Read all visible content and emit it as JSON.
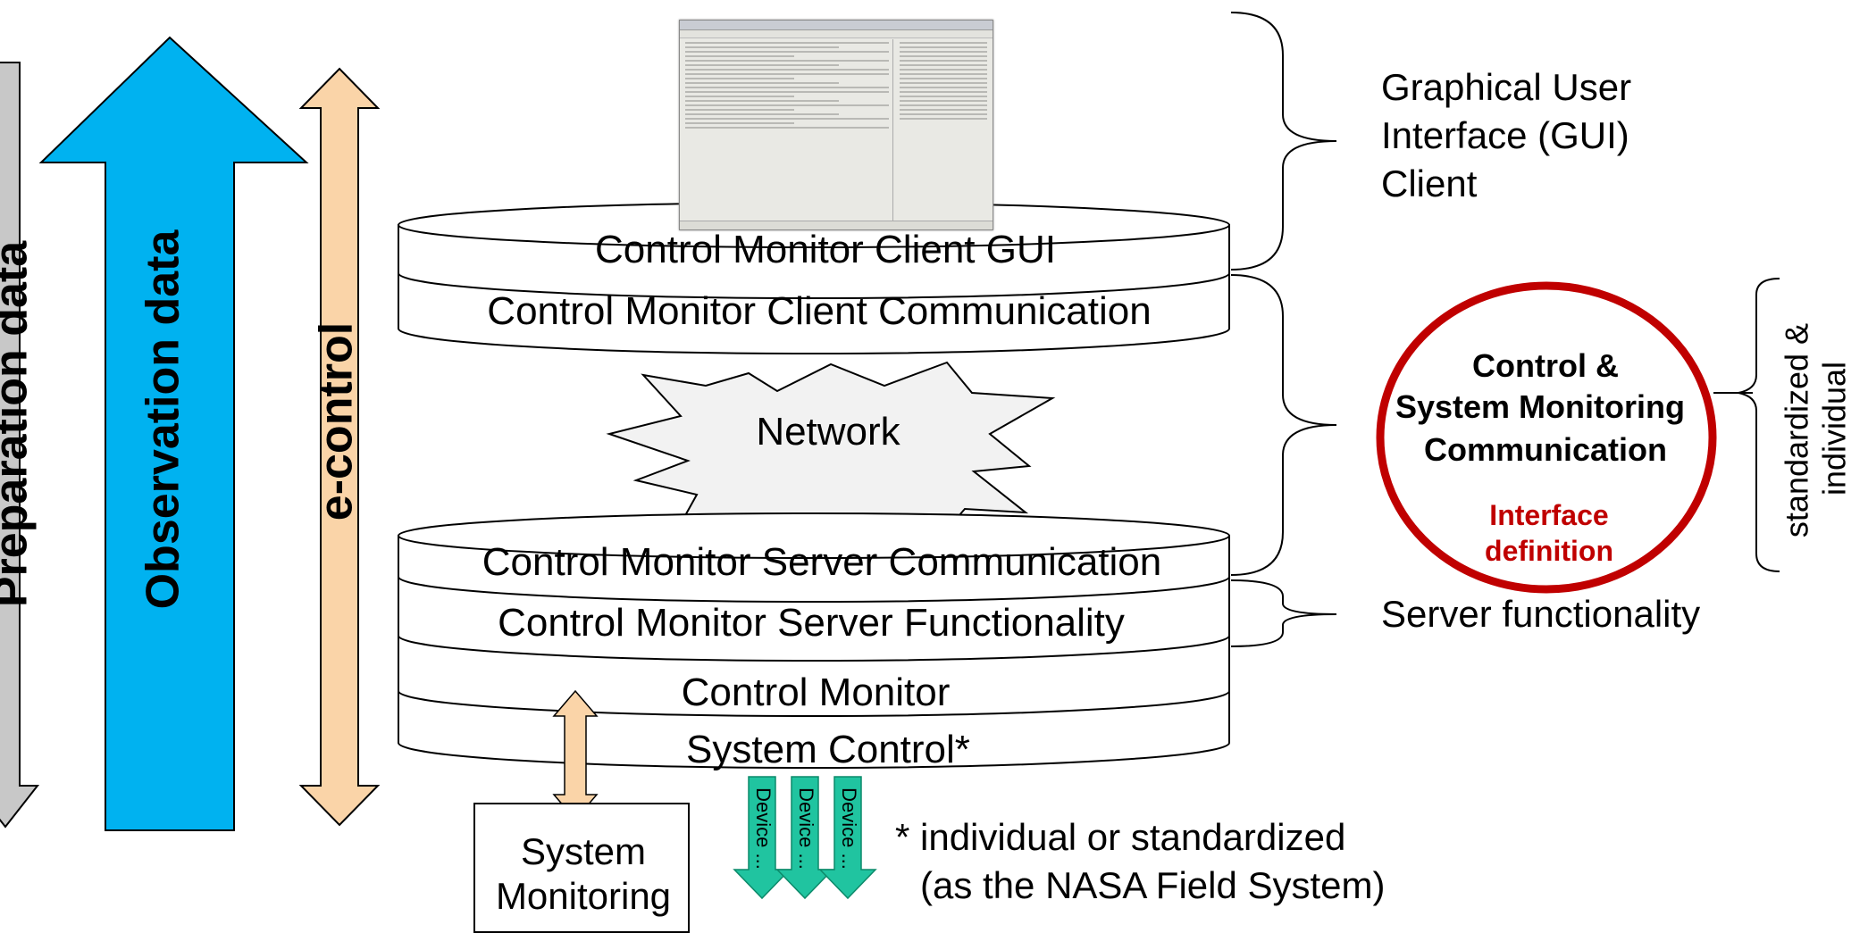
{
  "colors": {
    "preparation_arrow": "#c8c8c8",
    "observation_arrow": "#00b2f0",
    "econtrol_arrow": "#fad4a8",
    "device_arrows": "#20c4a0",
    "highlight_ellipse": "#c00000",
    "interface_text": "#c00000",
    "stack_fill": "#ffffff",
    "network_fill": "#f2f2f2"
  },
  "side_arrows": {
    "preparation": "Preparation data",
    "observation": "Observation data",
    "econtrol": "e-control"
  },
  "gui_screenshot": {
    "icon": "gui-screenshot-image"
  },
  "upper_stack": {
    "layers": [
      "Control Monitor Client GUI",
      "Control Monitor Client Communication"
    ]
  },
  "network": "Network",
  "lower_stack": {
    "layers": [
      "Control Monitor Server Communication",
      "Control Monitor Server Functionality",
      "Control Monitor",
      "System Control*"
    ]
  },
  "system_monitoring": [
    "System",
    "Monitoring"
  ],
  "devices": [
    "Device ...",
    "Device ...",
    "Device ..."
  ],
  "footnote": [
    "* individual or standardized",
    "(as the NASA Field System)"
  ],
  "labels": {
    "gui_client": [
      "Graphical User",
      "Interface (GUI)",
      "Client"
    ],
    "server_functionality": "Server functionality"
  },
  "ellipse": {
    "title": [
      "Control &",
      "System Monitoring",
      "Communication"
    ],
    "subtitle": [
      "Interface",
      "definition"
    ]
  },
  "vertical_note": [
    "standardized &",
    "individual"
  ]
}
